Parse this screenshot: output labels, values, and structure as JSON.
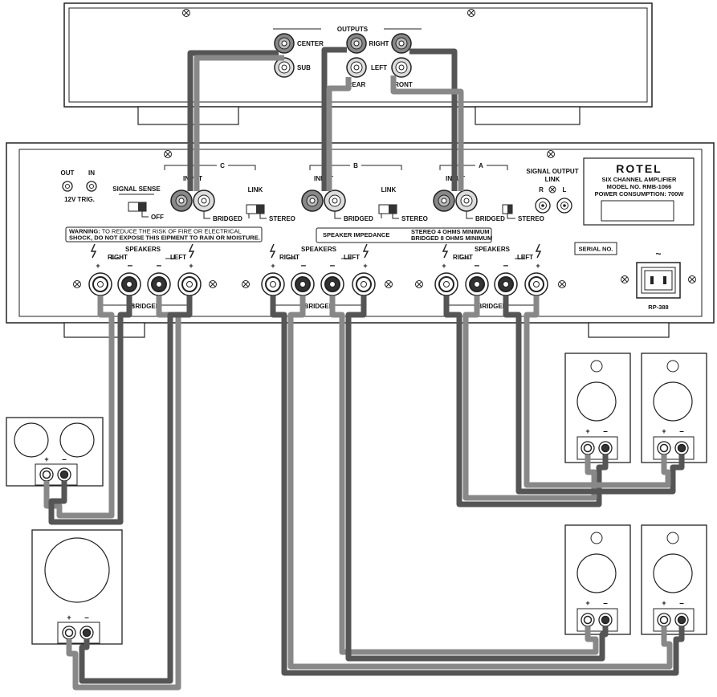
{
  "processor": {
    "outputs_title": "OUTPUTS",
    "center": "CENTER",
    "sub": "SUB",
    "right": "RIGHT",
    "left": "LEFT",
    "rear": "REAR",
    "front": "FRONT"
  },
  "amp": {
    "trig_out": "OUT",
    "trig_in": "IN",
    "trig_label": "12V TRIG.",
    "signal_sense": "SIGNAL SENSE",
    "off": "OFF",
    "channel_c": "C",
    "channel_b": "B",
    "channel_a": "A",
    "input": "INPUT",
    "link": "LINK",
    "bridged": "BRIDGED",
    "stereo": "STEREO",
    "signal_output_link": "SIGNAL OUTPUT",
    "signal_output_link2": "LINK",
    "r": "R",
    "l": "L",
    "brand": "ROTEL",
    "model_line1": "SIX CHANNEL AMPLIFIER",
    "model_line2": "MODEL NO. RMB-1066",
    "model_line3": "POWER CONSUMPTION: 700W",
    "warning_bold": "WARNING:",
    "warning_line1": " TO REDUCE THE RISK OF FIRE OR ELECTRICAL",
    "warning_line2": "SHOCK, DO NOT EXPOSE THIS EIPMENT TO RAIN OR MOISTURE.",
    "impedance_label": "SPEAKER IMPEDANCE",
    "impedance_line1": "STEREO 4 OHMS MINIMUM",
    "impedance_line2": "BRIDGED 8 OHMS MINIMUM",
    "serial": "SERIAL NO.",
    "speakers": "SPEAKERS",
    "spk_right": "RIGHT",
    "spk_left": "LEFT",
    "plus": "+",
    "minus": "–",
    "ac": "~",
    "part": "RP-388"
  },
  "speaker": {
    "plus": "+",
    "minus": "–"
  }
}
